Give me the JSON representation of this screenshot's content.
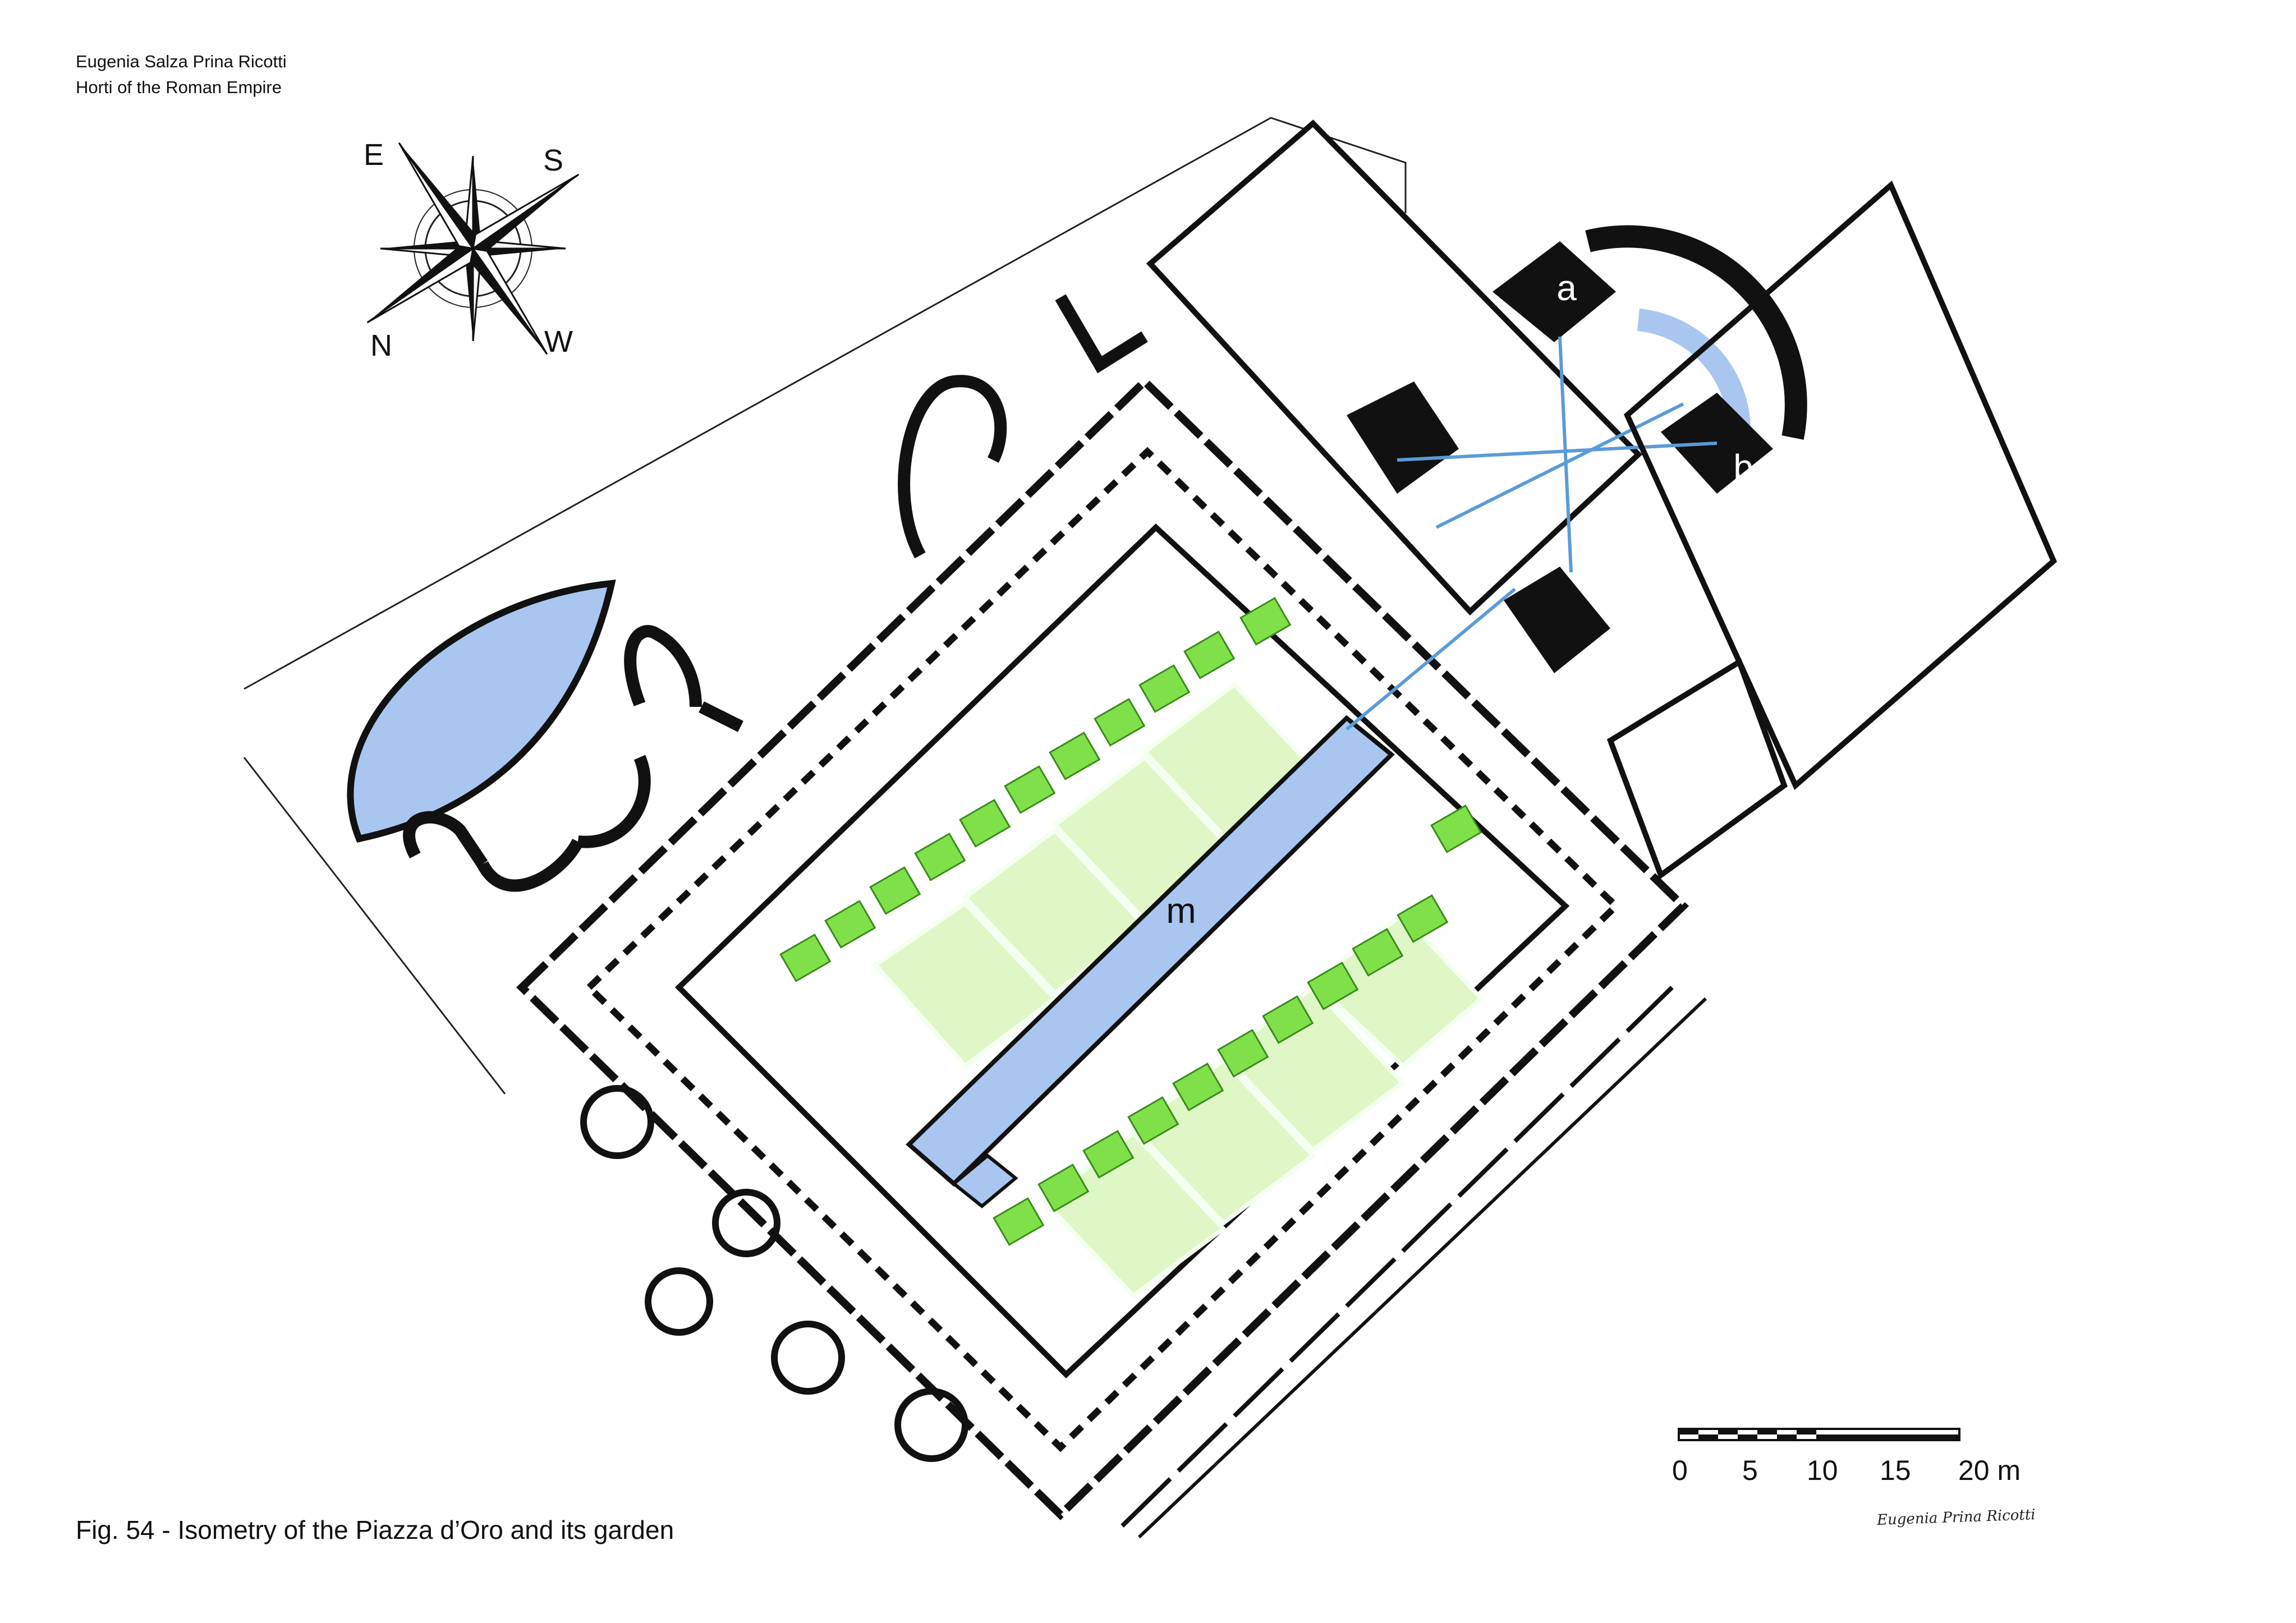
{
  "header": {
    "author": "Eugenia Salza Prina Ricotti",
    "book": "Horti of the Roman Empire"
  },
  "compass": {
    "icon": "compass-rose-icon",
    "e": "E",
    "s": "S",
    "n": "N",
    "w": "W"
  },
  "plan": {
    "label_a": "a",
    "label_b": "b",
    "label_m": "m",
    "colors": {
      "water": "#a9c6f0",
      "garden_bed": "#dff7c6",
      "shrub": "#7fe04a",
      "walls": "#000000",
      "pipes": "#5a9bd8"
    }
  },
  "scale_bar": {
    "labels": [
      "0",
      "5",
      "10",
      "15",
      "20 m"
    ]
  },
  "caption": "Fig. 54 -  Isometry of the Piazza d’Oro and its garden",
  "signature": "Eugenia Prina Ricotti"
}
